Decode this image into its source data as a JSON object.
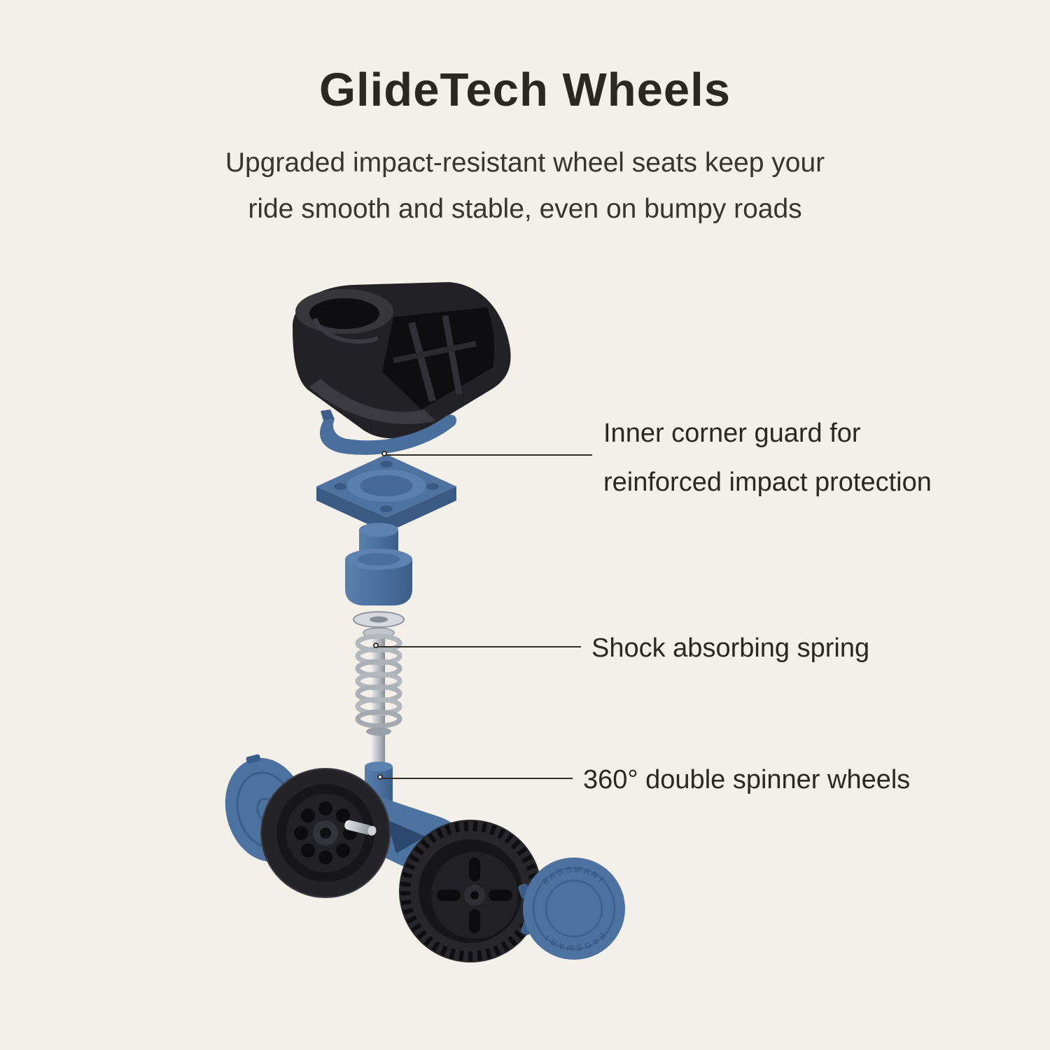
{
  "page": {
    "background": "#f3efe9"
  },
  "header": {
    "title": "GlideTech Wheels",
    "subtitle_line1": "Upgraded impact-resistant wheel seats keep your",
    "subtitle_line2": "ride smooth and stable, even on bumpy roads"
  },
  "callouts": {
    "corner_guard": {
      "line1": "Inner corner guard for",
      "line2": "reinforced impact protection"
    },
    "spring": {
      "label": "Shock absorbing spring"
    },
    "spinner": {
      "label": "360° double spinner wheels"
    }
  },
  "illustration": {
    "brand_text": "BAGSMART",
    "colors": {
      "accent_blue": "#4d72a0",
      "part_black": "#222226",
      "spring_silver": "#b3b8be",
      "text_dark": "#2b2723"
    }
  }
}
